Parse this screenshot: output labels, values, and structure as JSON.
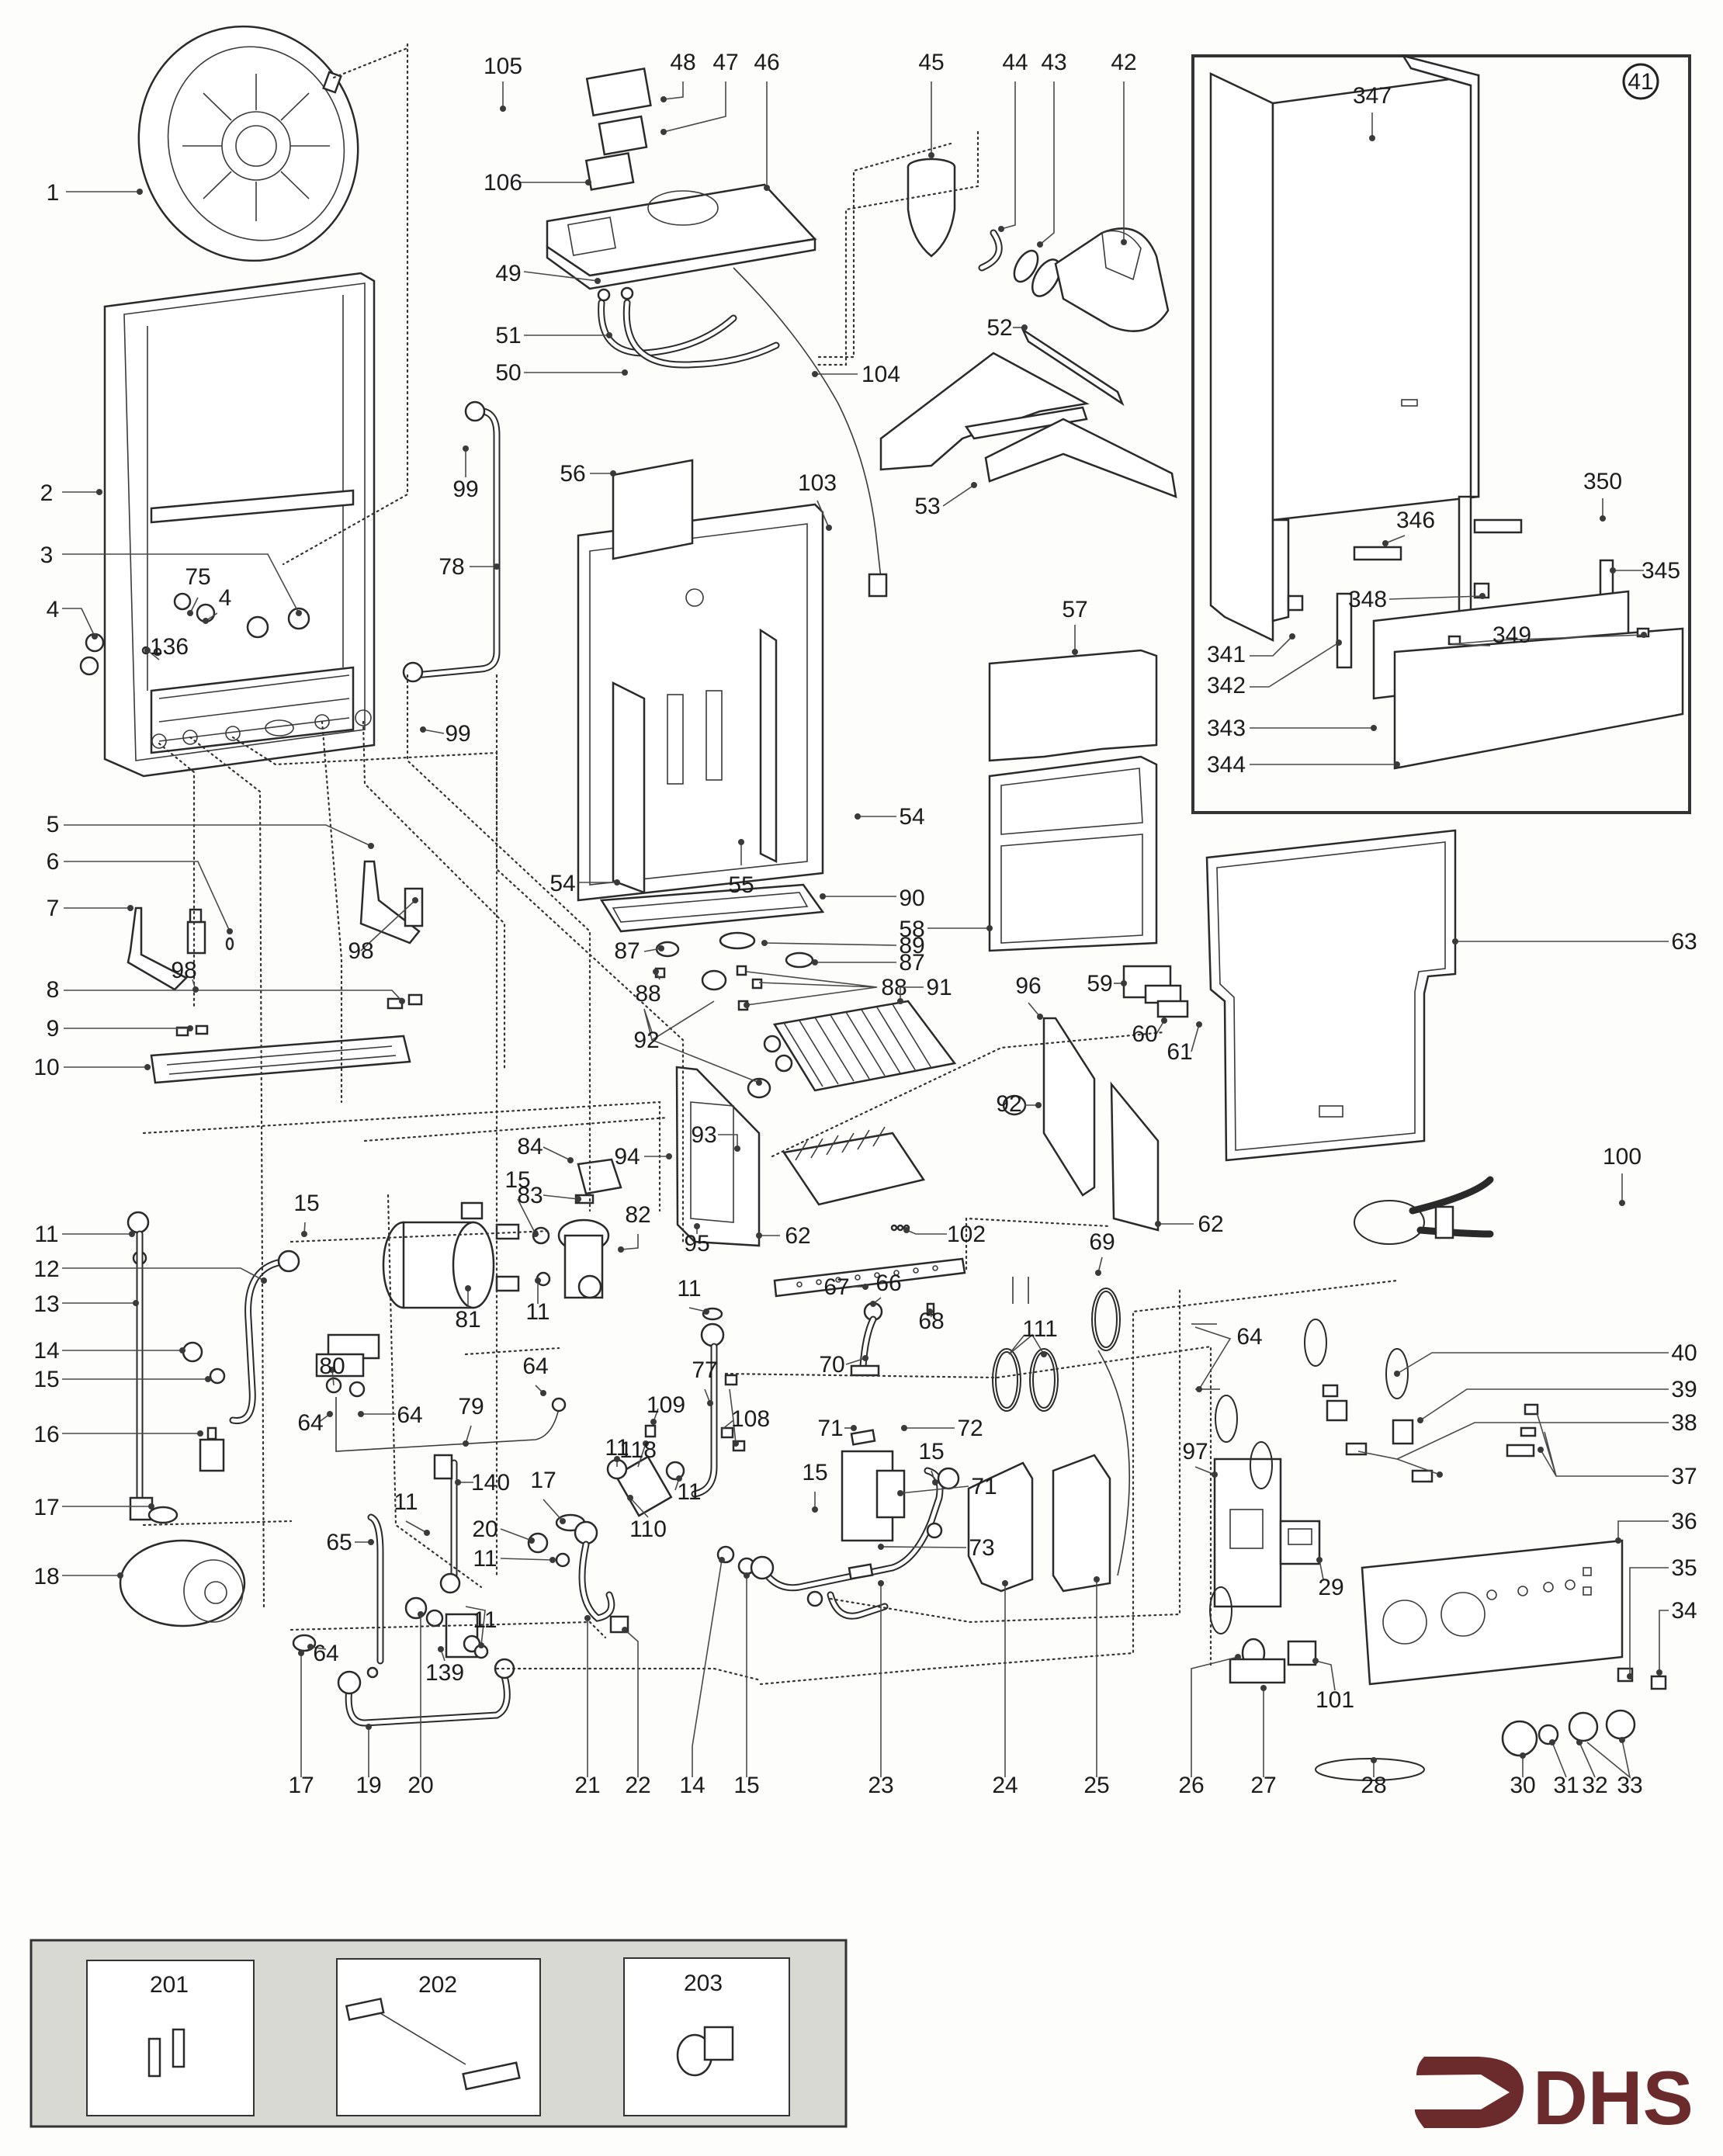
{
  "document": {
    "type": "exploded parts diagram",
    "brand": "DHS",
    "brand_color": "#6b2a2c"
  },
  "inset": {
    "id": "41",
    "labels": [
      "347",
      "350",
      "346",
      "345",
      "348",
      "349",
      "341",
      "342",
      "343",
      "344"
    ]
  },
  "accessories": {
    "items": [
      {
        "id": "201",
        "label": "201"
      },
      {
        "id": "202",
        "label": "202"
      },
      {
        "id": "203",
        "label": "203"
      }
    ]
  },
  "labels": {
    "l1": "1",
    "l2": "2",
    "l3": "3",
    "l4a": "4",
    "l4b": "4",
    "l5": "5",
    "l6": "6",
    "l7": "7",
    "l8": "8",
    "l9": "9",
    "l10": "10",
    "l11a": "11",
    "l12": "12",
    "l13": "13",
    "l14a": "14",
    "l15a": "15",
    "l16": "16",
    "l17a": "17",
    "l18": "18",
    "l75": "75",
    "l136": "136",
    "l98a": "98",
    "l98b": "98",
    "l99a": "99",
    "l99b": "99",
    "l78": "78",
    "l105": "105",
    "l106": "106",
    "l49": "49",
    "l51": "51",
    "l50": "50",
    "l48": "48",
    "l47": "47",
    "l46": "46",
    "l45": "45",
    "l44": "44",
    "l43": "43",
    "l42": "42",
    "l52": "52",
    "l104": "104",
    "l53": "53",
    "l56": "56",
    "l103": "103",
    "l54a": "54",
    "l54b": "54",
    "l55": "55",
    "l90": "90",
    "l57": "57",
    "l58": "58",
    "l87a": "87",
    "l89": "89",
    "l87b": "87",
    "l88a": "88",
    "l88b": "88",
    "l91": "91",
    "l96": "96",
    "l59": "59",
    "l60": "60",
    "l61": "61",
    "l92a": "92",
    "l92b": "92",
    "l94": "94",
    "l93": "93",
    "l84": "84",
    "l83": "83",
    "l82": "82",
    "l15b": "15",
    "l11b": "11",
    "l81": "81",
    "l95": "95",
    "l62a": "62",
    "l62b": "62",
    "l102": "102",
    "l63": "63",
    "l100": "100",
    "l69": "69",
    "l80": "80",
    "l64a": "64",
    "l64b": "64",
    "l64c": "64",
    "l79": "79",
    "l140": "140",
    "l65": "65",
    "l11c": "11",
    "l17b": "17",
    "l20a": "20",
    "l11d": "11",
    "l64d": "64",
    "l139": "139",
    "l11e": "11",
    "l11f": "11",
    "l77": "77",
    "l118": "118",
    "l109": "109",
    "l11g": "11",
    "l11h": "11",
    "l110": "110",
    "l108": "108",
    "l70": "70",
    "l71a": "71",
    "l72": "72",
    "l71b": "71",
    "l73": "73",
    "l15c": "15",
    "l15d": "15",
    "l67": "67",
    "l66": "66",
    "l68": "68",
    "l111": "111",
    "l64e": "64",
    "l40": "40",
    "l39": "39",
    "l38": "38",
    "l37": "37",
    "l36": "36",
    "l35": "35",
    "l34": "34",
    "l97": "97",
    "l29": "29",
    "l101": "101",
    "b17": "17",
    "b19": "19",
    "b20": "20",
    "b21": "21",
    "b22": "22",
    "b14": "14",
    "b15": "15",
    "b23": "23",
    "b24": "24",
    "b25": "25",
    "b26": "26",
    "b27": "27",
    "b28": "28",
    "b30": "30",
    "b31": "31",
    "b32": "32",
    "b33": "33"
  }
}
